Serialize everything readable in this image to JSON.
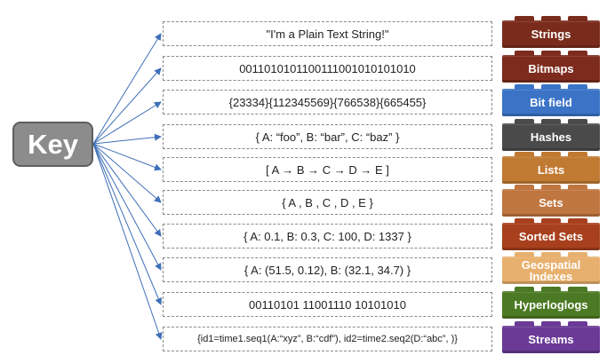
{
  "key": {
    "label": "Key"
  },
  "rows": [
    {
      "value": "\"I'm a Plain Text String!\"",
      "type": "Strings",
      "color": "#7a2c1c"
    },
    {
      "value": "0011010101100111001010101010",
      "type": "Bitmaps",
      "color": "#7d2b1d"
    },
    {
      "value": "{23334}{112345569}{766538}{665455}",
      "type": "Bit field",
      "color": "#3b74c6"
    },
    {
      "value": "{ A: “foo”, B: “bar”, C: “baz”  }",
      "type": "Hashes",
      "color": "#4a4a4a"
    },
    {
      "value": "[ A → B → C → D → E ]",
      "type": "Lists",
      "color": "#c07a32"
    },
    {
      "value": "{  A , B , C , D , E  }",
      "type": "Sets",
      "color": "#c0763f"
    },
    {
      "value": "{ A: 0.1, B: 0.3, C: 100, D: 1337 }",
      "type": "Sorted Sets",
      "color": "#a8401d"
    },
    {
      "value": "{ A: (51.5, 0.12), B: (32.1, 34.7)  }",
      "type": "Geospatial Indexes",
      "color": "#e8b06e"
    },
    {
      "value": "00110101 11001110 10101010",
      "type": "Hyperloglogs",
      "color": "#4c7a24"
    },
    {
      "value": "{id1=time1.seq1(A:“xyz”, B:“cdf”), id2=time2.seq2(D:“abc”, )}",
      "type": "Streams",
      "color": "#6a3a96"
    }
  ],
  "colors": {
    "arrow": "#3f6fb8",
    "key_fill": "#8c8c8c",
    "box_border": "#8a8a8a"
  }
}
